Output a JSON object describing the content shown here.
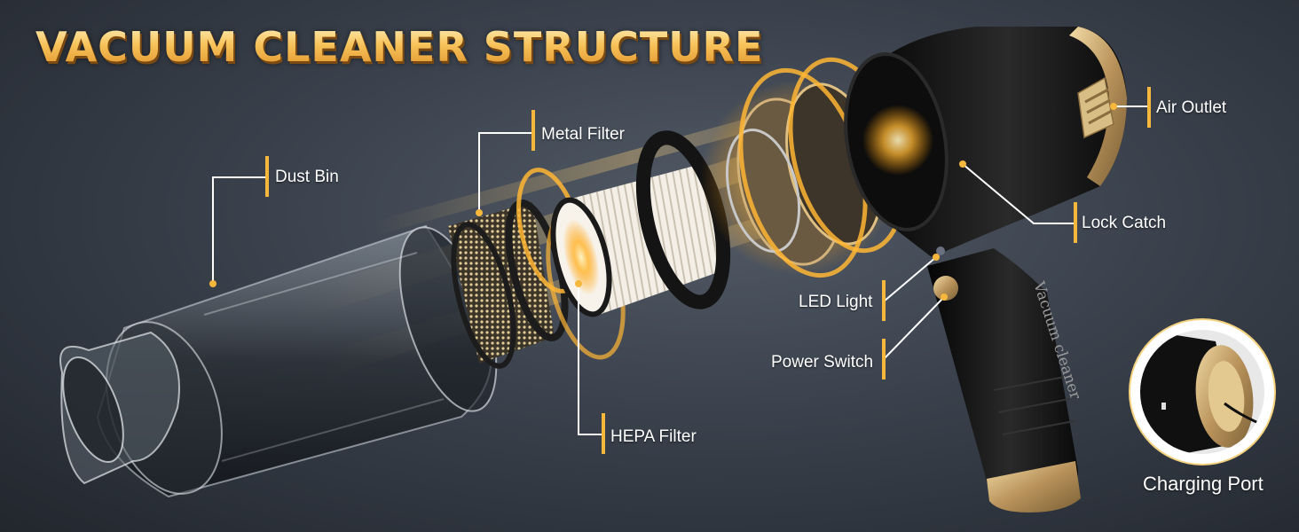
{
  "title": "VACUUM CLEANER STRUCTURE",
  "labels": {
    "dust_bin": "Dust Bin",
    "metal_filter": "Metal Filter",
    "hepa_filter": "HEPA Filter",
    "air_outlet": "Air Outlet",
    "lock_catch": "Lock Catch",
    "led_light": "LED Light",
    "power_switch": "Power Switch",
    "charging_port": "Charging Port"
  },
  "body_text": "Vacuum cleaner",
  "colors": {
    "accent": "#f5b83d",
    "background": "#3a414c",
    "body": "#111111",
    "trim": "#c9a96a"
  }
}
